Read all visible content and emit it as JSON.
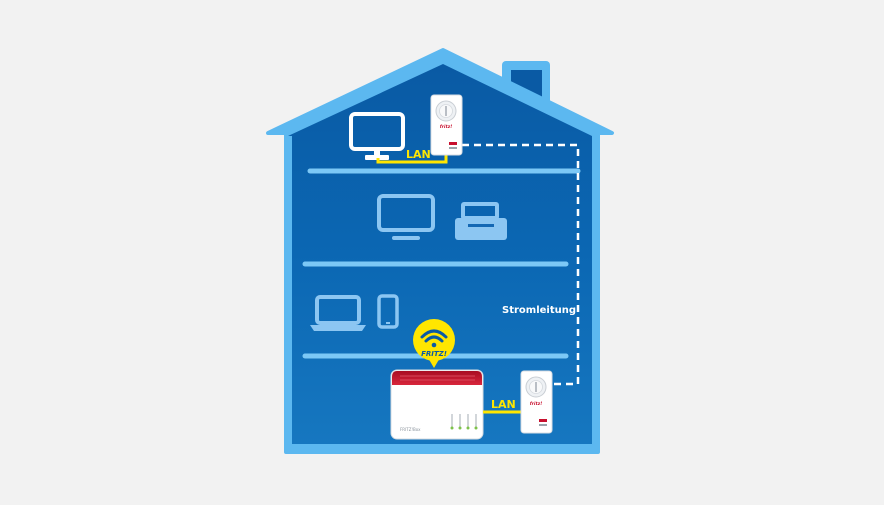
{
  "labels": {
    "lan_upper": "LAN",
    "lan_lower": "LAN",
    "power_line": "Stromleitung",
    "fritz_badge": "FRITZ!",
    "router_brand": "FRITZ!Box",
    "adapter_brand_upper": "fritz!",
    "adapter_brand_lower": "fritz!"
  },
  "icons": {
    "floor3": [
      "monitor-icon",
      "powerline-adapter-icon"
    ],
    "floor2": [
      "tv-icon",
      "printer-icon"
    ],
    "floor1": [
      "laptop-icon",
      "smartphone-icon",
      "wifi-badge-icon"
    ],
    "ground": [
      "fritzbox-router-icon",
      "powerline-adapter-icon"
    ]
  },
  "colors": {
    "background": "#f2f2f2",
    "house_light": "#5cb8f0",
    "house_blue": "#0a62ad",
    "floor_line": "#7cc8f6",
    "device_faded": "#8cc6f2",
    "lan_cable": "#ffe600",
    "badge_yellow": "#ffe600",
    "router_red": "#c8102e"
  }
}
